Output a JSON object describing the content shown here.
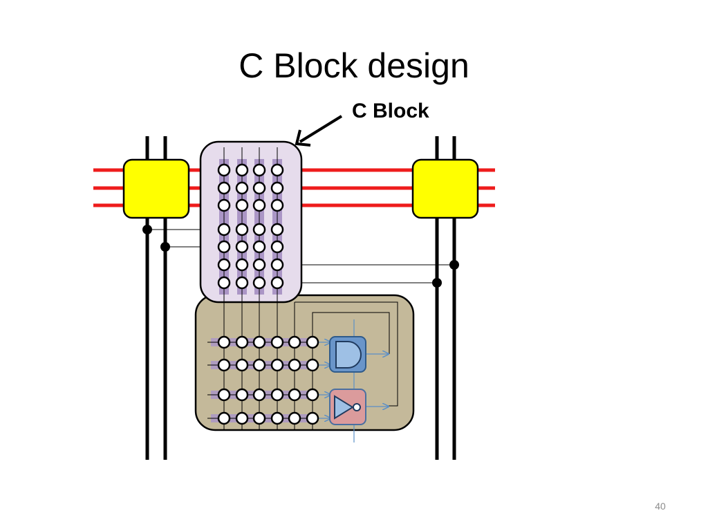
{
  "slide": {
    "title": "C Block design",
    "page_number": "40"
  },
  "diagram": {
    "callout_label": "C Block",
    "colors": {
      "routing_track": "#ee1c1c",
      "switch_box": "#ffff00",
      "connection_block": "#e6dcec",
      "connection_stripe": "#ab96c6",
      "logic_block": "#c4b99a",
      "and_gate": "#6a95c9",
      "not_gate": "#db9b9c",
      "signal_line": "#5b8fc7",
      "wire": "#000000"
    },
    "elements": {
      "switch_boxes": [
        "switch-box-left",
        "switch-box-right"
      ],
      "gates": [
        "and-gate",
        "not-gate"
      ]
    }
  }
}
